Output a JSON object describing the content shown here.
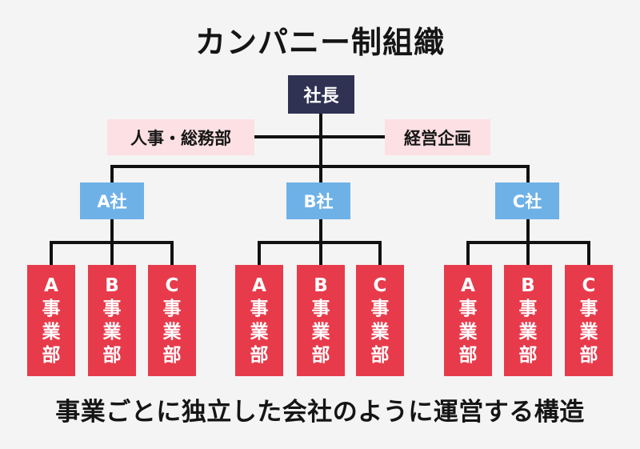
{
  "title": "カンパニー制組織",
  "ceo": "社長",
  "staff": {
    "left": "人事・総務部",
    "right": "経営企画"
  },
  "companies": [
    {
      "name": "A社",
      "divisions": [
        {
          "letter": "A",
          "chars": [
            "事",
            "業",
            "部"
          ]
        },
        {
          "letter": "B",
          "chars": [
            "事",
            "業",
            "部"
          ]
        },
        {
          "letter": "C",
          "chars": [
            "事",
            "業",
            "部"
          ]
        }
      ]
    },
    {
      "name": "B社",
      "divisions": [
        {
          "letter": "A",
          "chars": [
            "事",
            "業",
            "部"
          ]
        },
        {
          "letter": "B",
          "chars": [
            "事",
            "業",
            "部"
          ]
        },
        {
          "letter": "C",
          "chars": [
            "事",
            "業",
            "部"
          ]
        }
      ]
    },
    {
      "name": "C社",
      "divisions": [
        {
          "letter": "A",
          "chars": [
            "事",
            "業",
            "部"
          ]
        },
        {
          "letter": "B",
          "chars": [
            "事",
            "業",
            "部"
          ]
        },
        {
          "letter": "C",
          "chars": [
            "事",
            "業",
            "部"
          ]
        }
      ]
    }
  ],
  "caption": "事業ごとに独立した会社のように運営する構造",
  "colors": {
    "background": "#f4f4f4",
    "ceo": "#2f3252",
    "staff": "#fde0e3",
    "company": "#6eb1e7",
    "division": "#e73b4b",
    "line": "#111111"
  }
}
